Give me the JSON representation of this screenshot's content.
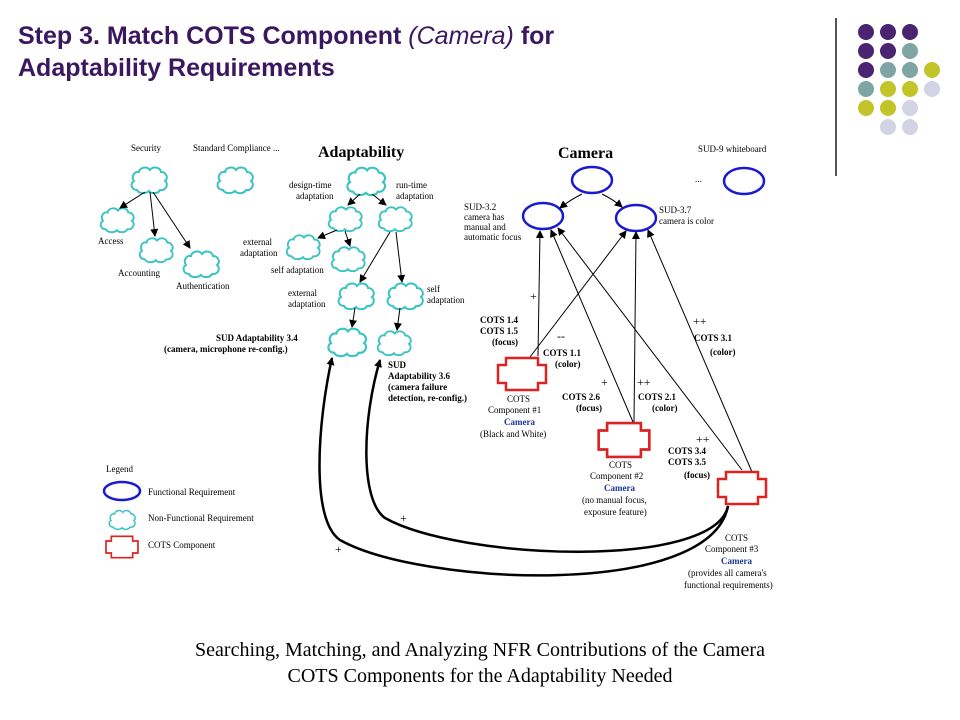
{
  "slide": {
    "title_part1": "Step 3. Match COTS Component ",
    "title_italic": "(Camera)",
    "title_part2": " for",
    "title_line2": "Adaptability Requirements"
  },
  "decor_dots": [
    {
      "color": "#4a2470"
    },
    {
      "color": "#4a2470"
    },
    {
      "color": "#4a2470"
    },
    {
      "color": "#4a2470"
    },
    {
      "color": "#4a2470"
    },
    {
      "color": "#7fa4a4"
    },
    {
      "color": "#4a2470"
    },
    {
      "color": "#7fa4a4"
    },
    {
      "color": "#7fa4a4"
    },
    {
      "color": "#c3c32a"
    },
    {
      "color": "#7fa4a4"
    },
    {
      "color": "#c3c32a"
    },
    {
      "color": "#c3c32a"
    },
    {
      "color": "#d3d3e6"
    },
    {
      "color": "#c3c32a"
    },
    {
      "color": "#c3c32a"
    },
    {
      "color": "#d3d3e6"
    },
    {
      "color": "#d3d3e6"
    },
    {
      "color": "#d3d3e6"
    }
  ],
  "colors": {
    "functional": "#1a1ad0",
    "non_functional": "#38c3c3",
    "cots": "#dd2222",
    "title": "#3b1760"
  },
  "diagram": {
    "top_labels": {
      "security": "Security",
      "standard": "Standard Compliance  ...",
      "adaptability": "Adaptability",
      "camera": "Camera",
      "sud9": "SUD-9 whiteboard",
      "sud9_dots": "..."
    },
    "left_tree": {
      "access": "Access",
      "accounting": "Accounting",
      "authentication": "Authentication"
    },
    "adapt_tree": {
      "design_time_1": "design-time",
      "design_time_2": "adaptation",
      "run_time_1": "run-time",
      "run_time_2": "adaptation",
      "external1_1": "external",
      "external1_2": "adaptation",
      "self1": "self adaptation",
      "external2_1": "external",
      "external2_2": "adaptation",
      "self2_1": "self",
      "self2_2": "adaptation"
    },
    "sud34_1": "SUD Adaptability 3.4",
    "sud34_2": "(camera,  microphone re-config.)",
    "sud36_1": "SUD",
    "sud36_2": "Adaptability 3.6",
    "sud36_3": "(camera failure",
    "sud36_4": "detection, re-config.)",
    "sud32_1": "SUD-3.2",
    "sud32_2": "camera has",
    "sud32_3": "manual and",
    "sud32_4": "automatic focus",
    "sud37_1": "SUD-3.7",
    "sud37_2": "camera is color",
    "cots14_1": "COTS 1.4",
    "cots14_2": "COTS 1.5",
    "cots14_3": "(focus)",
    "cots11_1": "COTS 1.1",
    "cots11_2": "(color)",
    "cots31_1": "COTS 3.1",
    "cots31_2": "(color)",
    "cots26_1": "COTS 2.6",
    "cots26_2": "(focus)",
    "cots21_1": "COTS 2.1",
    "cots21_2": "(color)",
    "cots34_1": "COTS 3.4",
    "cots34_2": "COTS 3.5",
    "cots34_3": "(focus)",
    "comp1_1": "COTS",
    "comp1_2": "Component #1",
    "comp1_3": "Camera",
    "comp1_4": "(Black and White)",
    "comp2_1": "COTS",
    "comp2_2": "Component #2",
    "comp2_3": "Camera",
    "comp2_4": "(no manual focus,",
    "comp2_5": "exposure feature)",
    "comp3_1": "COTS",
    "comp3_2": "Component #3",
    "comp3_3": "Camera",
    "comp3_4": "(provides all camera's",
    "comp3_5": "functional requirements)",
    "signs": {
      "s1": "+",
      "s2": "--",
      "s3": "+",
      "s4": "++",
      "s5": "++",
      "s6": "++",
      "s7": "+",
      "s8": "+"
    },
    "legend": {
      "title": "Legend",
      "functional": "Functional Requirement",
      "non_functional": "Non-Functional Requirement",
      "cots": "COTS Component"
    },
    "caption_1": "Searching, Matching, and Analyzing NFR Contributions of the Camera",
    "caption_2": "COTS Components for the Adaptability Needed"
  }
}
